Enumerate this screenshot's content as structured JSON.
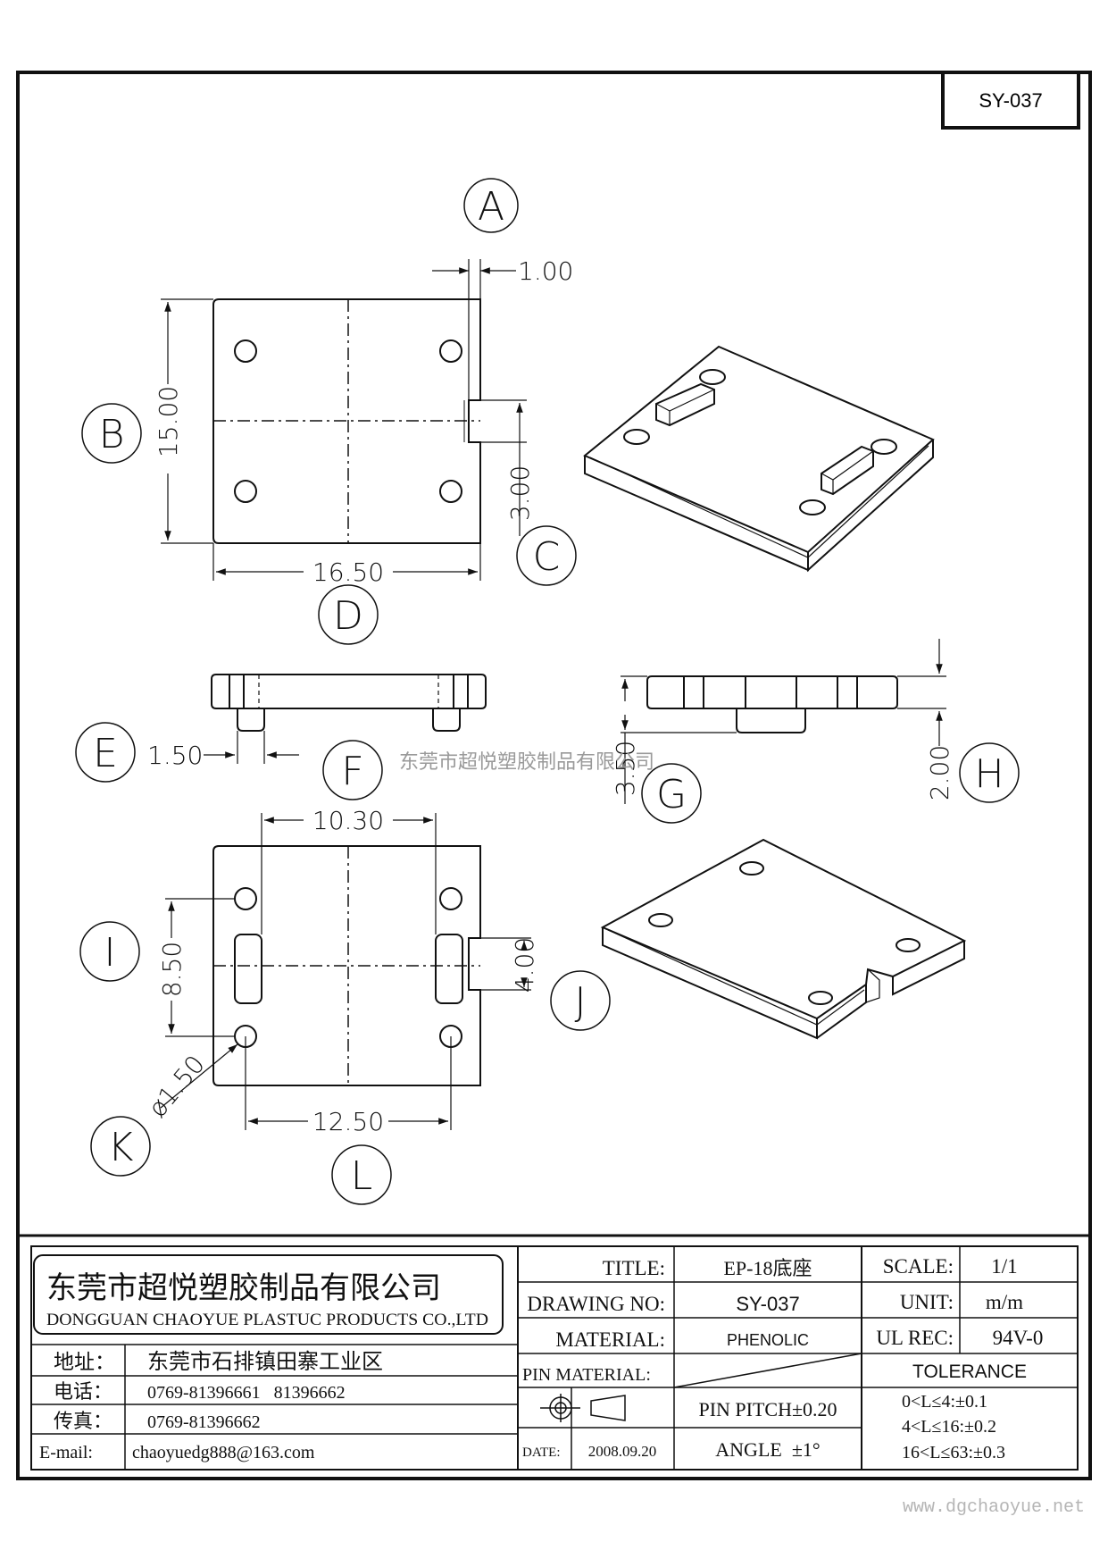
{
  "drawing_code": "SY-037",
  "dimensions": {
    "top_tab_offset": "1.00",
    "height": "15.00",
    "tab_height": "3.00",
    "width": "16.50",
    "standoff_width": "1.50",
    "total_height": "3.50",
    "step_height": "2.00",
    "pin_spacing_x": "10.30",
    "pin_spacing_y": "8.50",
    "slot_height": "4.00",
    "hole_diameter": "ø1.50",
    "hole_spacing_x": "12.50"
  },
  "view_labels": [
    "A",
    "B",
    "C",
    "D",
    "E",
    "F",
    "G",
    "H",
    "I",
    "J",
    "K",
    "L"
  ],
  "watermark": "东莞市超悦塑胶制品有限公司",
  "title_block": {
    "company_cn": "东莞市超悦塑胶制品有限公司",
    "company_en": "DONGGUAN CHAOYUE PLASTUC PRODUCTS CO.,LTD",
    "address_label": "地址：",
    "address": "东莞市石排镇田寨工业区",
    "phone_label": "电话：",
    "phone": "0769-81396661   81396662",
    "fax_label": "传真：",
    "fax": "0769-81396662",
    "email_label": "E-mail:",
    "email": "chaoyuedg888@163.com",
    "title_label": "TITLE:",
    "title": "EP-18底座",
    "drawing_no_label": "DRAWING NO:",
    "drawing_no": "SY-037",
    "material_label": "MATERIAL:",
    "material": "PHENOLIC",
    "pin_material_label": "PIN MATERIAL:",
    "date_label": "DATE:",
    "date": "2008.09.20",
    "pin_pitch": "PIN PITCH±0.20",
    "angle": "ANGLE  ±1°",
    "scale_label": "SCALE:",
    "scale": "1/1",
    "unit_label": "UNIT:",
    "unit": "m/m",
    "ul_label": "UL REC:",
    "ul": "94V-0",
    "tolerance_label": "TOLERANCE",
    "tolerance_1": "0<L≤4:±0.1",
    "tolerance_2": "4<L≤16:±0.2",
    "tolerance_3": "16<L≤63:±0.3"
  },
  "website": "www.dgchaoyue.net"
}
